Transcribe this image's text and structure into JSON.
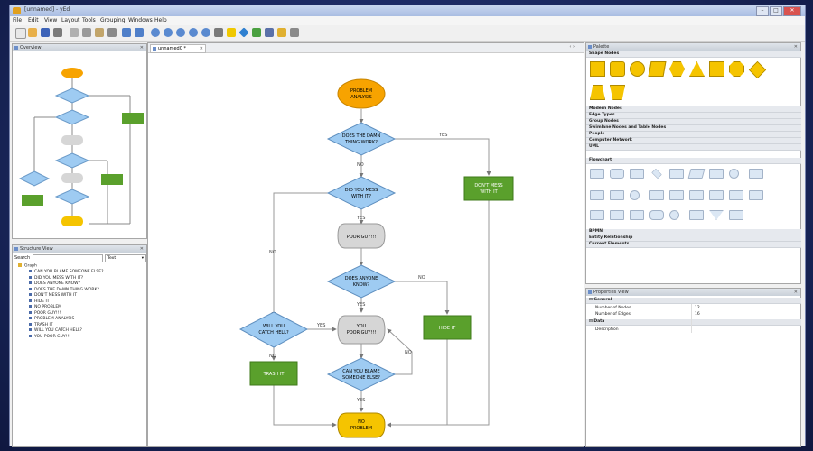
{
  "window": {
    "title": "[unnamed] - yEd"
  },
  "menu": [
    "File",
    "Edit",
    "View",
    "Layout",
    "Tools",
    "Grouping",
    "Windows",
    "Help"
  ],
  "overview": {
    "title": "Overview"
  },
  "structure": {
    "title": "Structure View",
    "search_label": "Search",
    "filter": "Text",
    "root": "Graph",
    "items": [
      "CAN YOU BLAME SOMEONE ELSE?",
      "DID YOU MESS WITH IT?",
      "DOES ANYONE KNOW?",
      "DOES THE DAMN THING WORK?",
      "DON'T MESS WITH IT",
      "HIDE IT",
      "NO PROBLEM",
      "POOR GUY!!!",
      "PROBLEM ANALYSIS",
      "TRASH IT",
      "WILL YOU CATCH HELL?",
      "YOU POOR GUY!!!"
    ]
  },
  "document": {
    "tab": "unnamed0 *"
  },
  "flow": {
    "start": [
      "PROBLEM",
      "ANALYSIS"
    ],
    "q1": [
      "DOES THE DAMN",
      "THING WORK?"
    ],
    "q2": [
      "DID YOU MESS",
      "WITH IT?"
    ],
    "poor1": "POOR GUY!!!",
    "q3": [
      "DOES ANYONE",
      "KNOW?"
    ],
    "q4": [
      "WILL YOU",
      "CATCH HELL?"
    ],
    "you_poor": [
      "YOU",
      "POOR GUY!!!"
    ],
    "q5": [
      "CAN YOU BLAME",
      "SOMEONE ELSE?"
    ],
    "dont_mess": [
      "DON'T MESS",
      "WITH IT"
    ],
    "hide": "HIDE IT",
    "trash": "TRASH IT",
    "end": [
      "NO",
      "PROBLEM"
    ],
    "yes": "YES",
    "no": "NO"
  },
  "palette": {
    "title": "Palette",
    "shape_nodes": "Shape Nodes",
    "sections": [
      "Modern Nodes",
      "Edge Types",
      "Group Nodes",
      "Swimlane Nodes and Table Nodes",
      "People",
      "Computer Network",
      "UML",
      "Flowchart",
      "BPMN",
      "Entity Relationship",
      "Current Elements"
    ]
  },
  "properties": {
    "title": "Properties View",
    "general": "General",
    "num_nodes_label": "Number of Nodes",
    "num_nodes": "12",
    "num_edges_label": "Number of Edges",
    "num_edges": "16",
    "data": "Data",
    "description": "Description"
  },
  "colors": {
    "blue_diamond": "#9ecbf2",
    "green_box": "#5aa02c",
    "orange": "#f7a300",
    "gray": "#d6d6d6"
  }
}
